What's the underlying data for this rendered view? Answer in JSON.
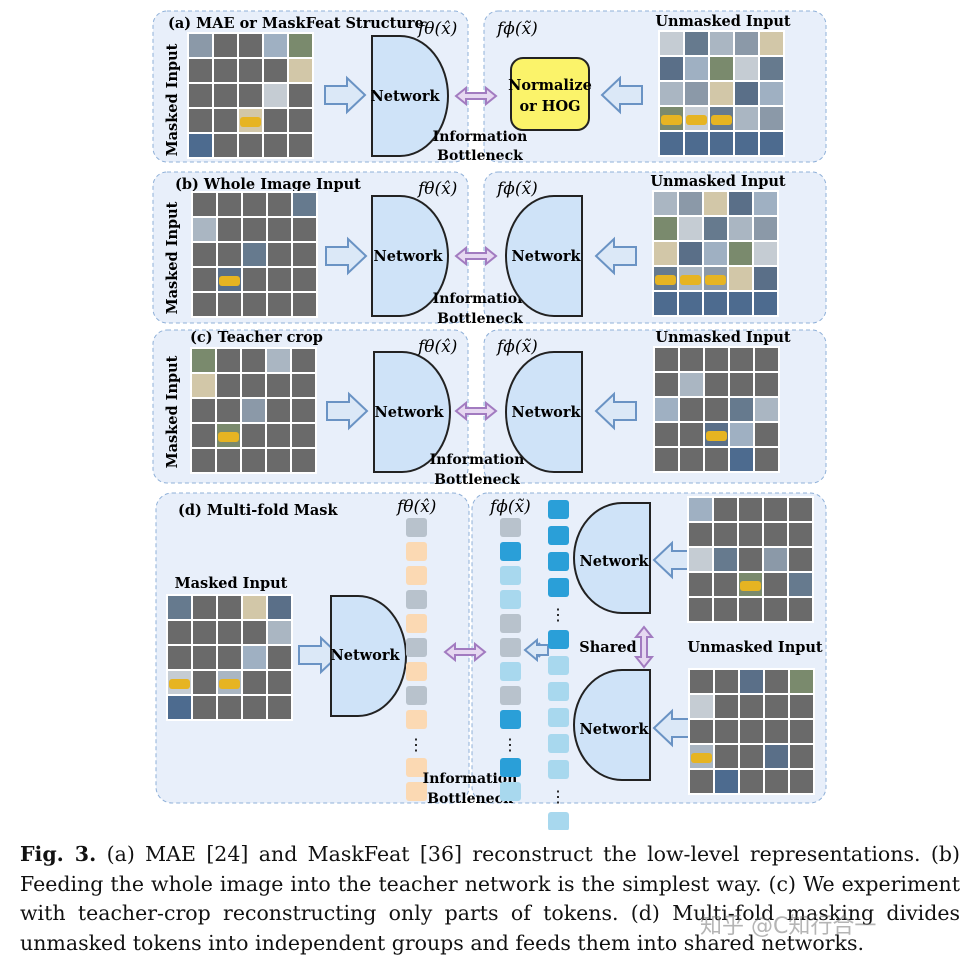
{
  "panels": {
    "a": {
      "title": "(a) MAE or MaskFeat Structure",
      "left_side_label": "Masked Input",
      "student_network": "Network",
      "teacher_box_line1": "Normalize",
      "teacher_box_line2": "or HOG",
      "right_label": "Unmasked Input",
      "bottleneck_line1": "Information",
      "bottleneck_line2": "Bottleneck"
    },
    "b": {
      "title": "(b) Whole Image Input",
      "left_side_label": "Masked Input",
      "student_network": "Network",
      "teacher_network": "Network",
      "right_label": "Unmasked Input",
      "bottleneck_line1": "Information",
      "bottleneck_line2": "Bottleneck"
    },
    "c": {
      "title": "(c) Teacher crop",
      "left_side_label": "Masked Input",
      "student_network": "Network",
      "teacher_network": "Network",
      "right_label": "Unmasked Input",
      "bottleneck_line1": "Information",
      "bottleneck_line2": "Bottleneck"
    },
    "d": {
      "title": "(d) Multi-fold Mask",
      "masked_label": "Masked Input",
      "student_network": "Network",
      "teacher_network_top": "Network",
      "teacher_network_bottom": "Network",
      "shared_label": "Shared",
      "right_label": "Unmasked Input",
      "bottleneck_line1": "Information",
      "bottleneck_line2": "Bottleneck",
      "ellipsis": "⋮"
    }
  },
  "symbols": {
    "f_theta_x_hat": "fθ(x̂)",
    "f_phi_x_tilde": "fϕ(x̃)"
  },
  "caption": {
    "label": "Fig. 3.",
    "text": "(a) MAE [24] and MaskFeat [36] reconstruct the low-level representations. (b) Feeding the whole image into the teacher network is the simplest way. (c) We experiment with teacher-crop reconstructing only parts of tokens. (d) Multi-fold masking divides unmasked tokens into independent groups and feeds them into shared networks."
  },
  "watermark": "知乎 @C知行合一",
  "colors": {
    "panel_fill": "#e8effa",
    "panel_border": "#8fb0d8",
    "network_fill": "#cfe3f8",
    "hog_fill": "#fbf36a",
    "arrow_fill": "#dbe8f7",
    "arrow_stroke": "#6a93c4",
    "double_arrow": "#a27bc0",
    "mask_gray": "#6a6a6a",
    "token_orange": "#fbd9b3",
    "token_gray": "#b8c2cc",
    "token_blue_dark": "#2a9fd8",
    "token_blue_light": "#a8d8ee"
  }
}
